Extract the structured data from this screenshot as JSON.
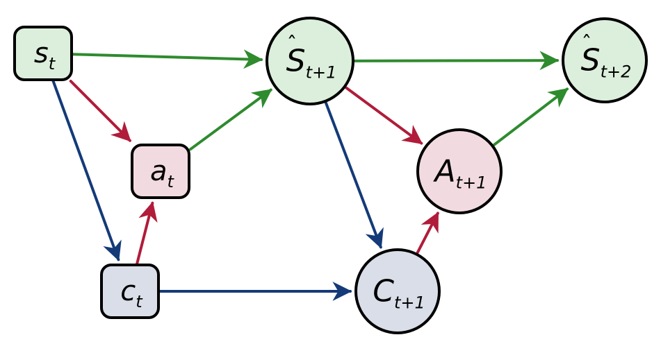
{
  "colors": {
    "green": "#2e8b2e",
    "red": "#b01c3a",
    "blue": "#143a78",
    "fill_green": "#dcefdc",
    "fill_red": "#f2dbe0",
    "fill_blue": "#d9dee8"
  },
  "nodes": [
    {
      "id": "s_t",
      "base": "s",
      "sub": "t",
      "hat": false,
      "shape": "rounded-square",
      "fill": "fill_green"
    },
    {
      "id": "a_t",
      "base": "a",
      "sub": "t",
      "hat": false,
      "shape": "rounded-square",
      "fill": "fill_red"
    },
    {
      "id": "c_t",
      "base": "c",
      "sub": "t",
      "hat": false,
      "shape": "rounded-square",
      "fill": "fill_blue"
    },
    {
      "id": "S_t1",
      "base": "S",
      "sub": "t+1",
      "hat": true,
      "shape": "circle",
      "fill": "fill_green"
    },
    {
      "id": "S_t2",
      "base": "S",
      "sub": "t+2",
      "hat": true,
      "shape": "circle",
      "fill": "fill_green"
    },
    {
      "id": "A_t1",
      "base": "A",
      "sub": "t+1",
      "hat": false,
      "shape": "circle",
      "fill": "fill_red"
    },
    {
      "id": "C_t1",
      "base": "C",
      "sub": "t+1",
      "hat": false,
      "shape": "circle",
      "fill": "fill_blue"
    }
  ],
  "edges": [
    {
      "from": "s_t",
      "to": "S_t1",
      "color": "green"
    },
    {
      "from": "s_t",
      "to": "a_t",
      "color": "red"
    },
    {
      "from": "s_t",
      "to": "c_t",
      "color": "blue"
    },
    {
      "from": "a_t",
      "to": "S_t1",
      "color": "green"
    },
    {
      "from": "c_t",
      "to": "a_t",
      "color": "red"
    },
    {
      "from": "c_t",
      "to": "C_t1",
      "color": "blue"
    },
    {
      "from": "S_t1",
      "to": "S_t2",
      "color": "green"
    },
    {
      "from": "S_t1",
      "to": "A_t1",
      "color": "red"
    },
    {
      "from": "S_t1",
      "to": "C_t1",
      "color": "blue"
    },
    {
      "from": "C_t1",
      "to": "A_t1",
      "color": "red"
    },
    {
      "from": "A_t1",
      "to": "S_t2",
      "color": "green"
    }
  ]
}
